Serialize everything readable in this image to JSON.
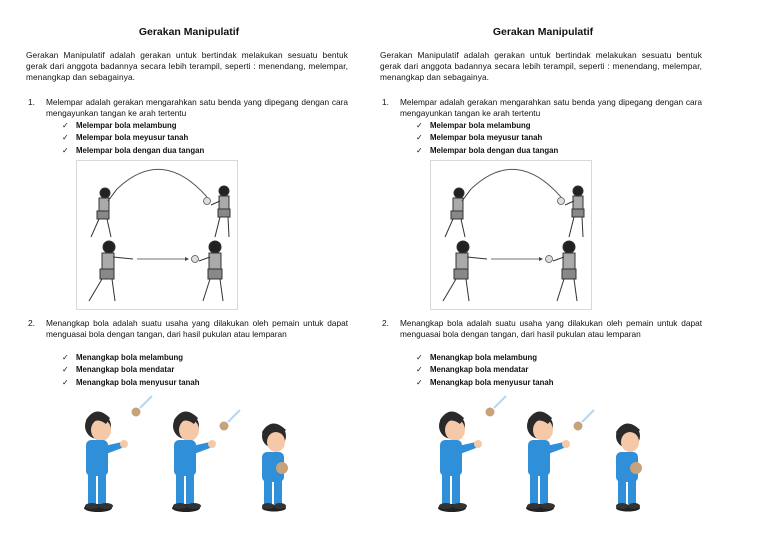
{
  "pages": [
    {
      "title": "Gerakan Manipulatif",
      "intro": "Gerakan Manipulatif adalah gerakan untuk bertindak melakukan sesuatu bentuk gerak dari anggota badannya secara lebih terampil, seperti : menendang, melempar, menangkap dan sebagainya.",
      "item1": {
        "number": "1.",
        "text": "Melempar adalah gerakan mengarahkan satu benda yang dipegang dengan cara mengayunkan tangan ke arah tertentu",
        "checks": [
          "Melempar bola melambung",
          "Melempar bola meyusur tanah",
          "Melempar bola dengan dua tangan"
        ]
      },
      "item2": {
        "number": "2.",
        "text": "Menangkap bola adalah suatu usaha yang dilakukan oleh pemain untuk dapat menguasai bola dengan tangan, dari hasil pukulan atau lemparan",
        "checks": [
          "Menangkap bola melambung",
          "Menangkap bola mendatar",
          "Menangkap bola menyusur tanah"
        ]
      }
    },
    {
      "title": "Gerakan Manipulatif",
      "intro": "Gerakan Manipulatif adalah gerakan untuk bertindak melakukan sesuatu bentuk gerak dari anggota badannya secara lebih terampil, seperti : menendang, melempar, menangkap dan sebagainya.",
      "item1": {
        "number": "1.",
        "text": "Melempar adalah gerakan mengarahkan satu benda yang dipegang dengan cara mengayunkan tangan ke arah tertentu",
        "checks": [
          "Melempar bola melambung",
          "Melempar bola meyusur tanah",
          "Melempar bola dengan dua tangan"
        ]
      },
      "item2": {
        "number": "2.",
        "text": "Menangkap bola adalah suatu usaha yang dilakukan oleh pemain untuk dapat menguasai bola dengan tangan, dari hasil pukulan atau lemparan",
        "checks": [
          "Menangkap bola melambung",
          "Menangkap bola mendatar",
          "Menangkap bola menyusur tanah"
        ]
      }
    }
  ],
  "check_glyph": "✓",
  "colors": {
    "shirt": "#2f8fd8",
    "hair": "#2a2a2a",
    "skin": "#f5c9a8",
    "ball": "#c8a27a"
  }
}
